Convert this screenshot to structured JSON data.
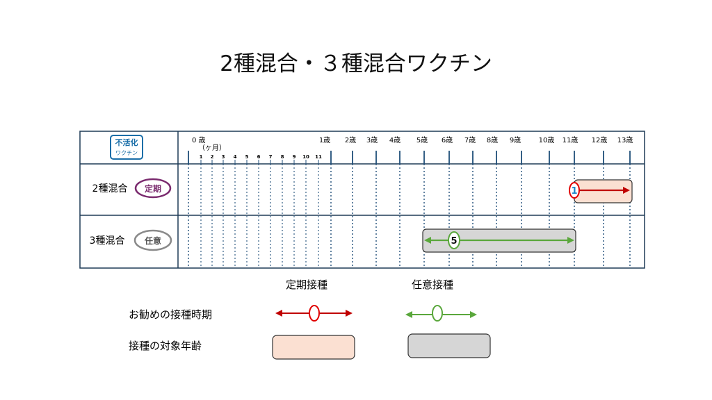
{
  "title": "2種混合・３種混合ワクチン",
  "badge": {
    "line1": "不活化",
    "line2": "ワクチン"
  },
  "axis": {
    "age_labels": [
      "0 歳",
      "1歳",
      "2歳",
      "3歳",
      "4歳",
      "5歳",
      "6歳",
      "7歳",
      "8歳",
      "9歳",
      "10歳",
      "11歳",
      "12歳",
      "13歳"
    ],
    "month_unit": "（ヶ月）",
    "month_labels": [
      "1",
      "2",
      "3",
      "4",
      "5",
      "6",
      "7",
      "8",
      "9",
      "10",
      "11"
    ]
  },
  "rows": [
    {
      "name": "2種混合",
      "type_label": "定期",
      "dose_label": "1",
      "range_years": [
        11,
        13
      ]
    },
    {
      "name": "3種混合",
      "type_label": "任意",
      "dose_label": "5",
      "range_years": [
        5,
        11
      ]
    }
  ],
  "legend": {
    "col_regular": "定期接種",
    "col_optional": "任意接種",
    "row_recommended": "お勧めの接種時期",
    "row_target": "接種の対象年齢"
  },
  "colors": {
    "regular_accent": "#c00000",
    "regular_fill": "#fbe0d2",
    "optional_accent": "#5aa73c",
    "optional_fill": "#d6d6d6",
    "regular_badge": "#7a2a6e",
    "optional_badge": "#8a8a8a",
    "grid": "#1f4e79",
    "dose1_text": "#1a88c9"
  }
}
